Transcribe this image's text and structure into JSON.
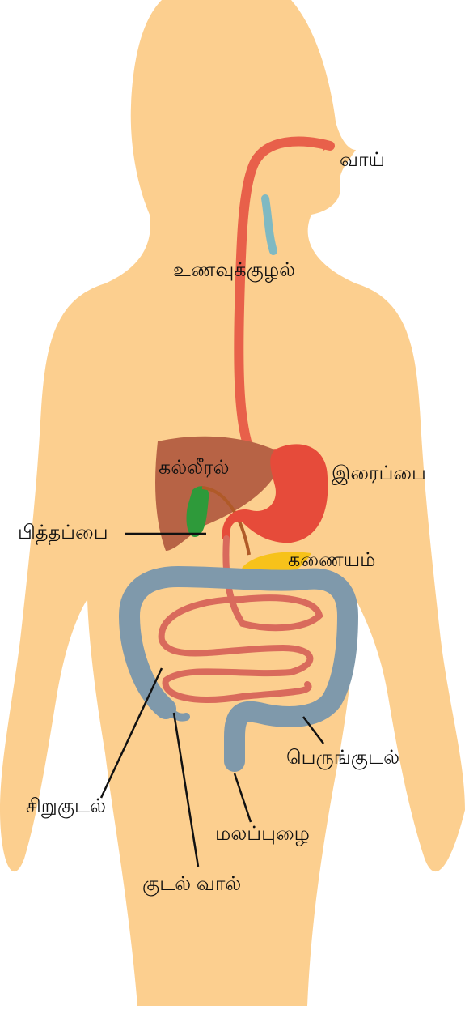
{
  "diagram": {
    "labels": {
      "mouth": "வாய்",
      "esophagus": "உணவுக்குழல்",
      "liver": "கல்லீரல்",
      "stomach": "இரைப்பை",
      "gallbladder": "பித்தப்பை",
      "pancreas": "கணையம்",
      "large_intestine": "பெருங்குடல்",
      "small_intestine": "சிறுகுடல்",
      "anus": "மலப்புழை",
      "appendix": "குடல் வால்"
    },
    "colors": {
      "skin": "#fccf8f",
      "skin_shadow": "#f6be79",
      "esophagus": "#e8604a",
      "stomach": "#e64b3a",
      "liver": "#b76345",
      "gallbladder": "#2e9a3a",
      "pancreas": "#f7c21a",
      "large_intestine": "#7f99ab",
      "small_intestine": "#d96a5c",
      "trachea": "#7fb9c2"
    }
  }
}
